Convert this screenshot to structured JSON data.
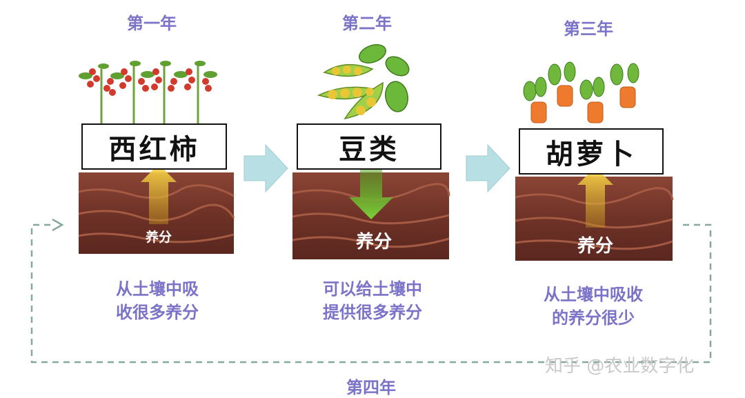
{
  "stages": [
    {
      "year": "第一年",
      "crop": "西红柿",
      "nutrient": "养分",
      "desc_line1": "从土壤中吸",
      "desc_line2": "收很多养分"
    },
    {
      "year": "第二年",
      "crop": "豆类",
      "nutrient": "养分",
      "desc_line1": "可以给土壤中",
      "desc_line2": "提供很多养分"
    },
    {
      "year": "第三年",
      "crop": "胡萝卜",
      "nutrient": "养分",
      "desc_line1": "从土壤中吸收",
      "desc_line2": "的养分很少"
    }
  ],
  "cycle_label": "第四年",
  "watermark": "知乎 @农业数字化",
  "colors": {
    "title": "#7b73c8",
    "soil_dark": "#6b2f24",
    "soil_mid": "#8a4432",
    "arrow_up": "#f3c23a",
    "arrow_down": "#6cbf2e",
    "process_arrow": "#b8dfe3",
    "cycle_line": "#86a79e"
  }
}
